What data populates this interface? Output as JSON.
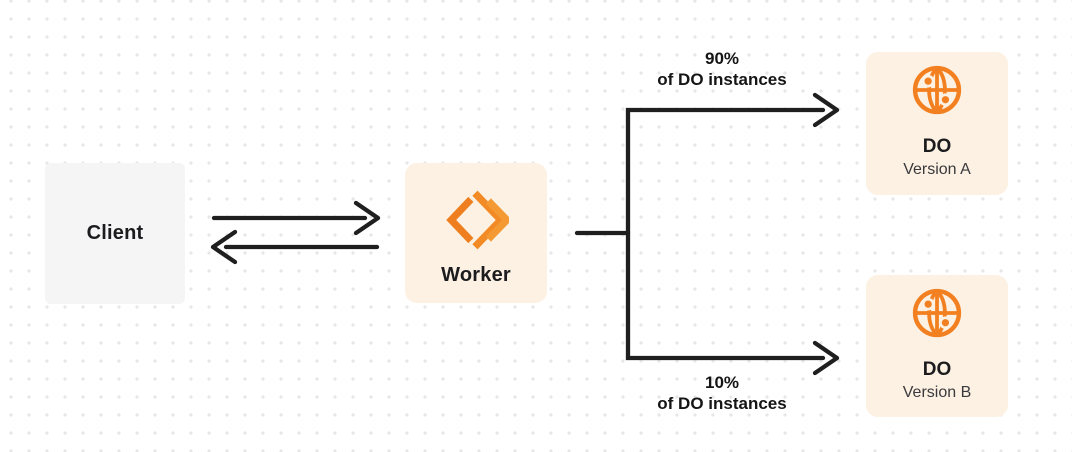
{
  "canvas": {
    "background": "#ffffff",
    "dot_color": "#e7e7e8"
  },
  "palette": {
    "arrow": "#1f1f1f",
    "orange": "#f38020",
    "cream_box": "#fcf1e2",
    "gray_box": "#f5f5f6",
    "text_dark": "#1c1c1e",
    "text_sub": "#3a3a3e"
  },
  "nodes": {
    "client": {
      "label": "Client"
    },
    "worker": {
      "label": "Worker",
      "icon": "workers-chevrons-icon"
    },
    "do_version_a": {
      "title": "DO",
      "subtitle": "Version A",
      "icon": "globe-icon"
    },
    "do_version_b": {
      "title": "DO",
      "subtitle": "Version B",
      "icon": "globe-icon"
    }
  },
  "edge_labels": {
    "top": {
      "line1": "90%",
      "line2": "of DO instances"
    },
    "bottom": {
      "line1": "10%",
      "line2": "of DO instances"
    }
  }
}
